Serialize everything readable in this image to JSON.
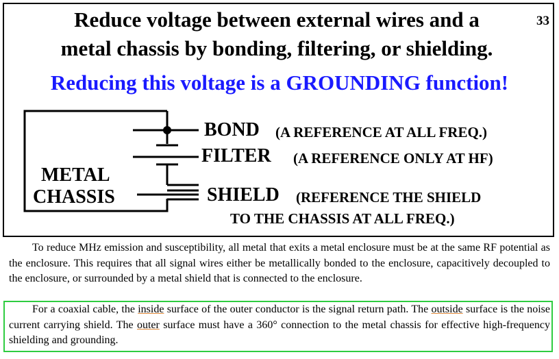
{
  "slide": {
    "title_line1": "Reduce voltage between external wires and a",
    "title_line2": "metal chassis by bonding, filtering, or shielding.",
    "page_number": "33",
    "subtitle": "Reducing this voltage is a GROUNDING function!",
    "chassis_label_1": "METAL",
    "chassis_label_2": "CHASSIS",
    "bond_label": "BOND",
    "bond_note": "(A REFERENCE AT ALL FREQ.)",
    "filter_label": "FILTER",
    "filter_note": "(A  REFERENCE ONLY AT HF)",
    "shield_label": "SHIELD",
    "shield_note_1": "(REFERENCE THE SHIELD",
    "shield_note_2": "TO THE CHASSIS AT ALL FREQ.)"
  },
  "body": {
    "para1": "To reduce MHz emission and susceptibility, all metal that exits a metal enclosure must be at the same RF potential as the enclosure.  This requires that all signal wires either be metallically bonded to the enclosure, capacitively decoupled to the enclosure, or surrounded by a metal shield that is connected to the enclosure.",
    "para2_a": "For a coaxial cable, the ",
    "para2_inside": "inside",
    "para2_b": " surface of the outer conductor is the signal return path.  The ",
    "para2_outside": "outside",
    "para2_c": " surface is the noise current carrying shield.  The ",
    "para2_outer": "outer",
    "para2_d": " surface must have a 360° connection to the metal chassis for effective high-frequency shielding and grounding."
  },
  "colors": {
    "subtitle": "#1a1aff",
    "highlight_box": "#2ecc40",
    "underline": "#e08a3c"
  }
}
